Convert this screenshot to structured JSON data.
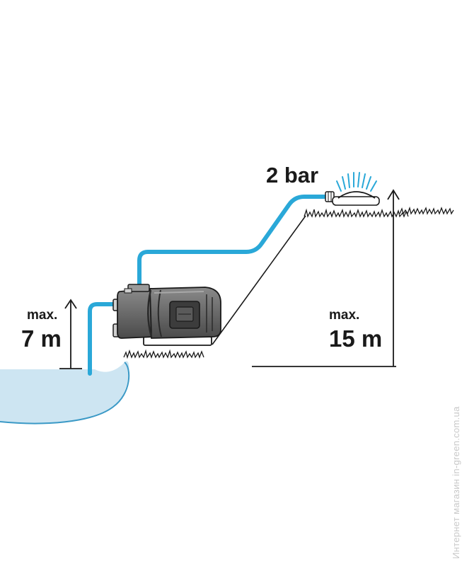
{
  "labels": {
    "pressure": "2 bar",
    "suction_prefix": "max.",
    "suction_value": "7 m",
    "delivery_prefix": "max.",
    "delivery_value": "15 m"
  },
  "watermark": "Интернет магазин  in-green.com.ua",
  "colors": {
    "hose": "#2aa8d8",
    "water": "#cde5f2",
    "water_edge": "#3a99c6",
    "outline": "#1a1a1a",
    "pump_body": "#6e6e6e",
    "pump_dark": "#3c3c3c"
  },
  "icons": {
    "pump": "garden-pump-icon",
    "sprinkler": "lawn-sprinkler-icon"
  }
}
